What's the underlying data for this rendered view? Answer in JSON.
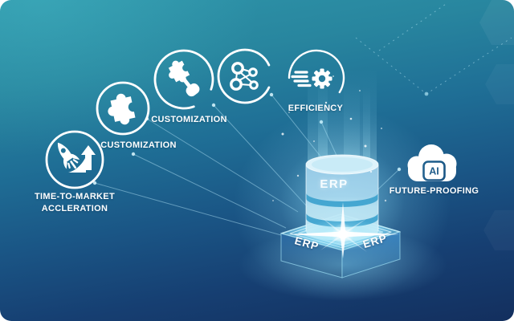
{
  "diagram_title": "ERP benefits infographic",
  "nodes": {
    "rocket": {
      "label_line1": "TIME-TO-MARKET",
      "label_line2": "ACCLERATION",
      "icon": "rocket-growth-icon"
    },
    "puzzle": {
      "label": "CUSTOMIZATION",
      "icon": "puzzle-piece-icon"
    },
    "puzzle_hand": {
      "label": "CUSTOMIZATION",
      "icon": "puzzle-hand-icon"
    },
    "network": {
      "label": "",
      "icon": "network-nodes-icon"
    },
    "efficiency": {
      "label": "EFFICIENCY",
      "icon": "speed-gear-icon"
    },
    "future": {
      "label": "FUTURE-PROOFING",
      "badge": "AI",
      "icon": "ai-cloud-icon"
    }
  },
  "center": {
    "cylinder_label": "ERP",
    "platform_left_label": "ERP",
    "platform_right_label": "ERP"
  },
  "colors": {
    "background_top": "#2f96aa",
    "background_bottom": "#132f5e",
    "icon_color": "#ffffff",
    "label_color": "#ffffff",
    "glow_cyan": "#aee9fb",
    "cylinder_rim": "#3fa3cf",
    "platform_left_face": "#1b4e80",
    "platform_right_face": "#2467a2"
  }
}
